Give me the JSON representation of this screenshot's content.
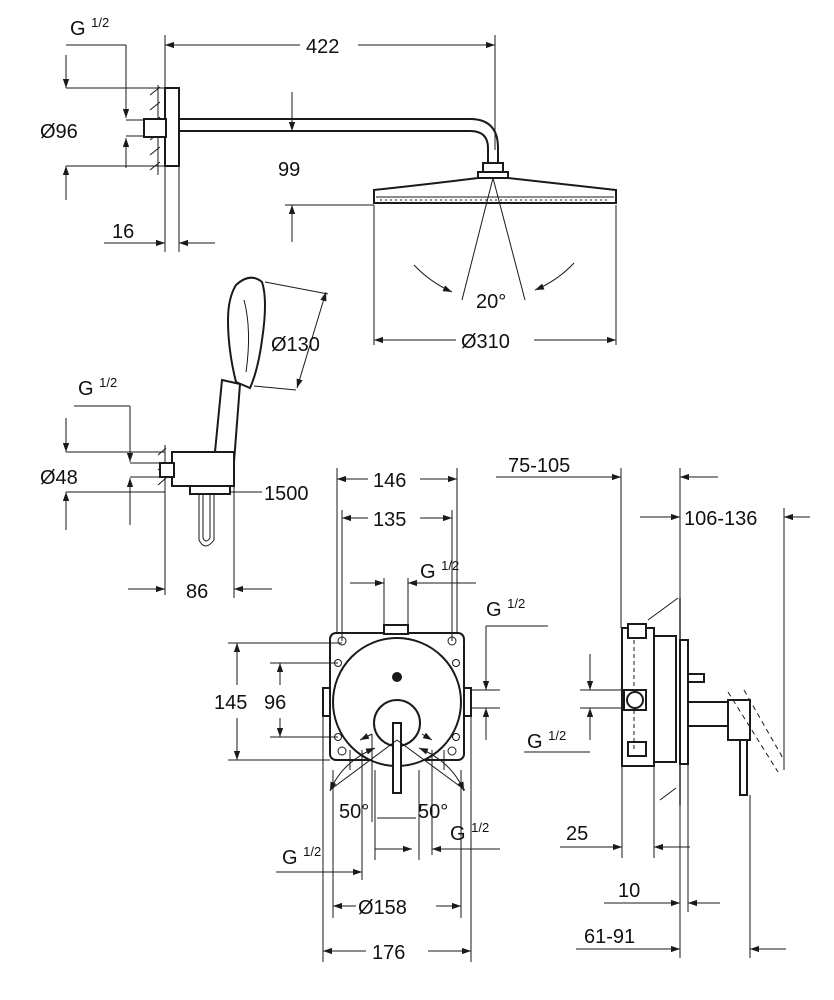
{
  "labels": {
    "thread_top": {
      "base": "G ",
      "sup": "1/2"
    },
    "dia_96": "Ø96",
    "dim_422": "422",
    "dim_99": "99",
    "dim_16": "16",
    "angle_20": "20°",
    "dia_310": "Ø310",
    "dia_130": "Ø130",
    "thread_hand": {
      "base": "G ",
      "sup": "1/2"
    },
    "dia_48": "Ø48",
    "dim_1500": "1500",
    "dim_86": "86",
    "dim_146": "146",
    "dim_135": "135",
    "thread_box_top": {
      "base": "G ",
      "sup": "1/2"
    },
    "thread_box_right": {
      "base": "G ",
      "sup": "1/2"
    },
    "dim_145": "145",
    "dim_96": "96",
    "angle_50_left": "50°",
    "angle_50_right": "50°",
    "thread_box_bottom_right": {
      "base": "G ",
      "sup": "1/2"
    },
    "thread_box_bottom_left": {
      "base": "G ",
      "sup": "1/2"
    },
    "dia_158": "Ø158",
    "dim_176": "176",
    "dim_75_105": "75-105",
    "dim_106_136": "106-136",
    "thread_side": {
      "base": "G ",
      "sup": "1/2"
    },
    "dim_25": "25",
    "dim_10": "10",
    "dim_61_91": "61-91"
  }
}
